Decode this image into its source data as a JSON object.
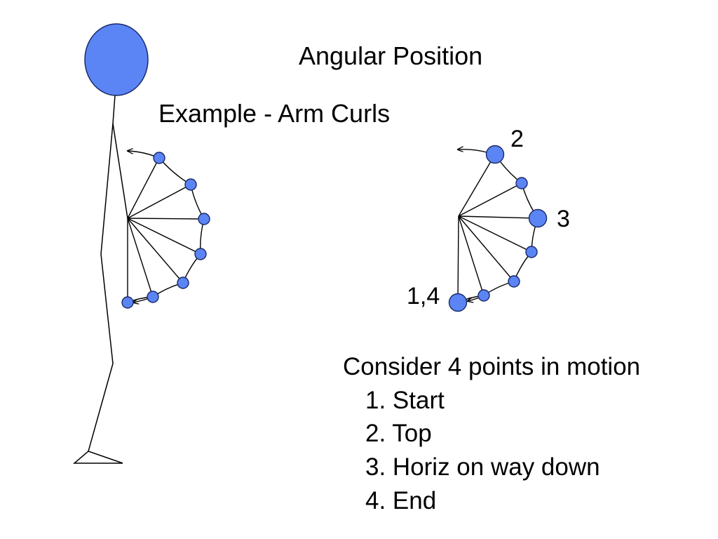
{
  "slide": {
    "title": "Angular Position",
    "subtitle": "Example - Arm Curls"
  },
  "diagram": {
    "colors": {
      "joint_fill": "#5b84f5",
      "stroke": "#000000",
      "outline": "#1a2a6a"
    },
    "left_figure": {
      "description": "stick figure performing arm curl",
      "arc_points": 7,
      "motion_arrows": [
        "upward-arrow",
        "downward-arrow"
      ]
    },
    "right_figure": {
      "labels": {
        "point_2": "2",
        "point_3": "3",
        "point_1_4": "1,4"
      },
      "arc_points": 7,
      "highlighted_points": [
        "1,4",
        "2",
        "3"
      ]
    }
  },
  "notes": {
    "heading": "Consider 4 points in motion",
    "items": [
      "1. Start",
      "2. Top",
      "3. Horiz on way down",
      "4. End"
    ]
  }
}
